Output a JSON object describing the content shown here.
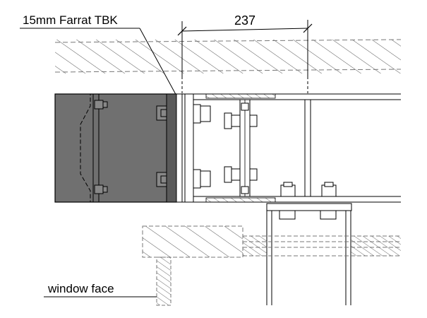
{
  "labels": {
    "connection_label": "15mm Farrat TBK",
    "window_label": "window face",
    "dimension_value": "237"
  },
  "colors": {
    "line": "#000000",
    "beam_fill": "#707070",
    "hatch": "#555555",
    "dashed": "#7a7a7a",
    "background": "#ffffff"
  }
}
